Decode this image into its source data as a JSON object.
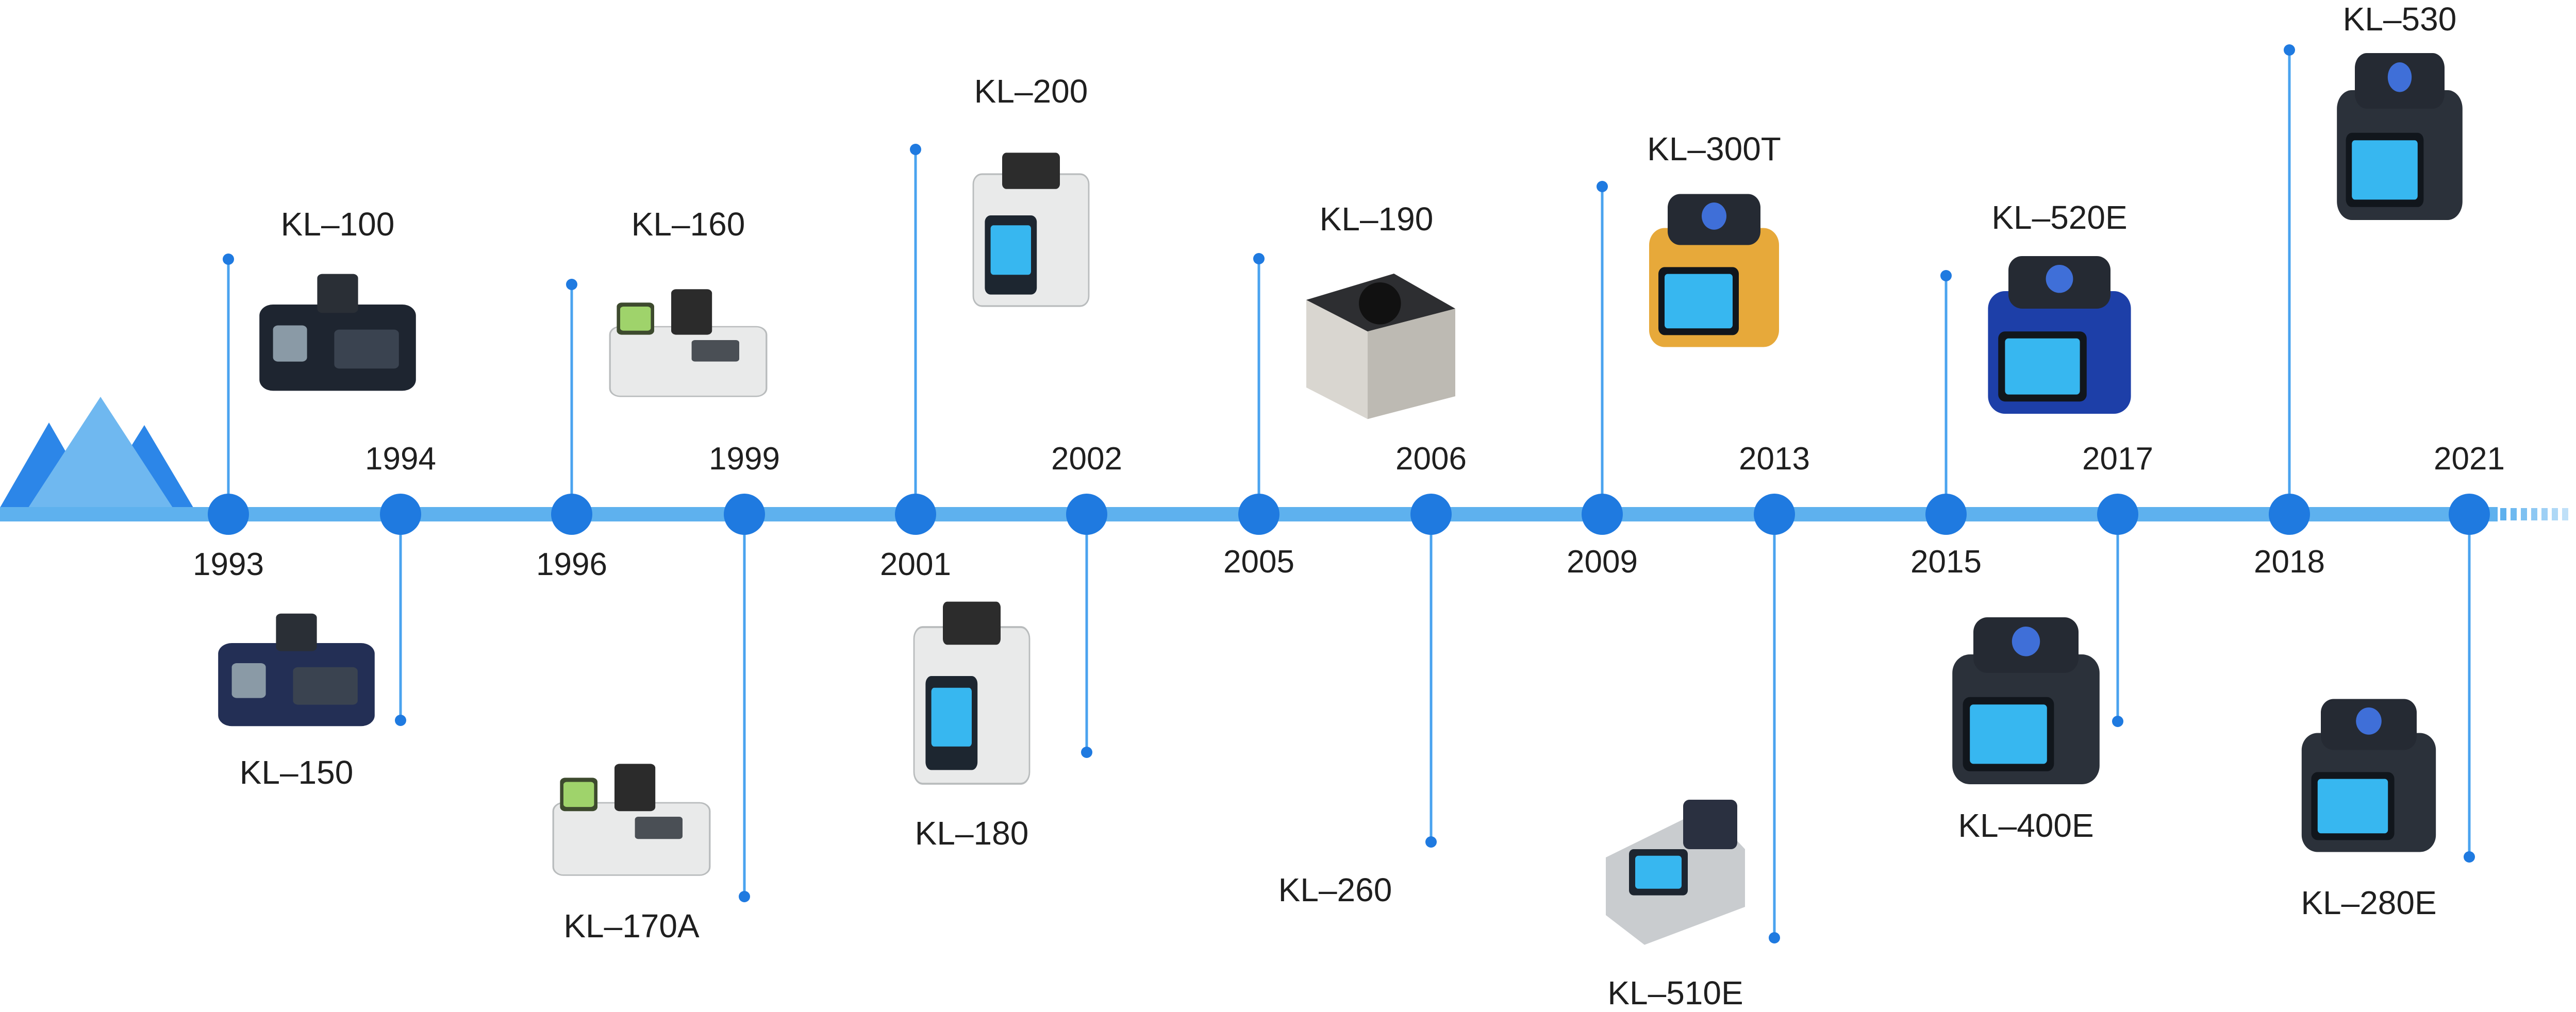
{
  "colors": {
    "line": "#5eb1ee",
    "node": "#1f7ae0",
    "stem": "#4aa3ef",
    "mountain_light": "#6fb8f0",
    "mountain_dark": "#2c86e8",
    "device_dark": "#1e2530",
    "device_light": "#e9eaea",
    "screen": "#37b7f0"
  },
  "events": [
    {
      "year": "1993",
      "model": "KL–100",
      "side": "up",
      "device": "dark-box-icon"
    },
    {
      "year": "1994",
      "model": "KL–150",
      "side": "down",
      "device": "navy-box-icon"
    },
    {
      "year": "1996",
      "model": "KL–160",
      "side": "up",
      "device": "light-box-icon"
    },
    {
      "year": "1999",
      "model": "KL–170A",
      "side": "down",
      "device": "light-box-icon"
    },
    {
      "year": "2001",
      "model": "KL–200",
      "side": "up",
      "device": "light-tower-icon"
    },
    {
      "year": "2002",
      "model": "KL–180",
      "side": "down",
      "device": "light-tower-icon"
    },
    {
      "year": "2005",
      "model": "KL–190",
      "side": "up",
      "device": "cube-icon"
    },
    {
      "year": "2006",
      "model": "KL–260",
      "side": "down",
      "device": "none"
    },
    {
      "year": "2009",
      "model": "KL–300T",
      "side": "up",
      "device": "splicer-orange-icon"
    },
    {
      "year": "2013",
      "model": "KL–510E",
      "side": "down",
      "device": "handheld-icon"
    },
    {
      "year": "2015",
      "model": "KL–520E",
      "side": "up",
      "device": "splicer-blue-icon"
    },
    {
      "year": "2017",
      "model": "KL–400E",
      "side": "down",
      "device": "splicer-screen-icon"
    },
    {
      "year": "2018",
      "model": "KL–530",
      "side": "up",
      "device": "splicer-dark-icon"
    },
    {
      "year": "2021",
      "model": "KL–280E",
      "side": "down",
      "device": "splicer-screen-icon"
    }
  ]
}
